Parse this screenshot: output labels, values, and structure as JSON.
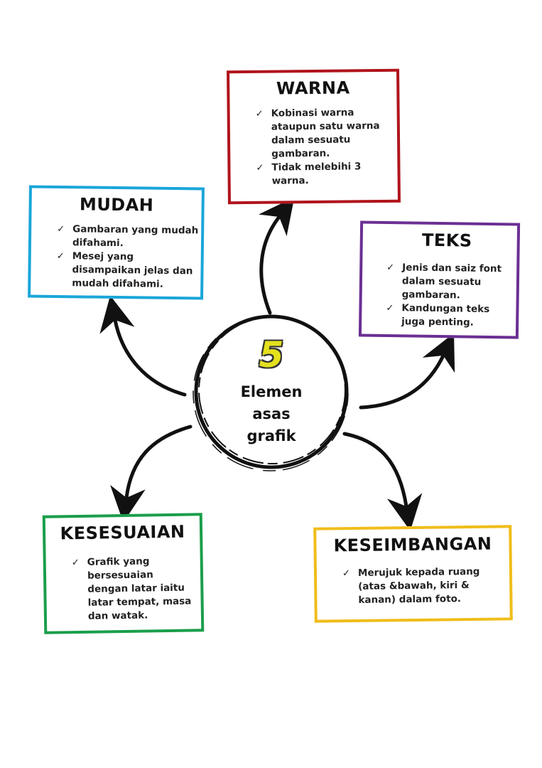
{
  "center": {
    "number": "5",
    "lines": [
      "Elemen",
      "asas",
      "grafik"
    ]
  },
  "colors": {
    "warna": "#b0141c",
    "mudah": "#1aa6d9",
    "teks": "#6b2f93",
    "kesesuaian": "#1a9e4b",
    "keseimbangan": "#f0bd1a",
    "number_fill": "#e3e01e"
  },
  "bullet_icon": "check-mark-icon",
  "bullet_glyph": "✓",
  "boxes": {
    "warna": {
      "title": "WARNA",
      "items": [
        "Kobinasi warna ataupun satu warna dalam sesuatu gambaran.",
        "Tidak melebihi 3 warna."
      ]
    },
    "mudah": {
      "title": "MUDAH",
      "items": [
        "Gambaran yang mudah difahami.",
        "Mesej yang disampaikan jelas dan mudah difahami."
      ]
    },
    "teks": {
      "title": "TEKS",
      "items": [
        "Jenis dan saiz font dalam sesuatu gambaran.",
        "Kandungan teks juga penting."
      ]
    },
    "kesesuaian": {
      "title": "KESESUAIAN",
      "items": [
        "Grafik yang bersesuaian dengan latar iaitu latar tempat, masa dan watak."
      ]
    },
    "keseimbangan": {
      "title": "KESEIMBANGAN",
      "items": [
        "Merujuk kepada ruang (atas &bawah, kiri & kanan) dalam foto."
      ]
    }
  }
}
